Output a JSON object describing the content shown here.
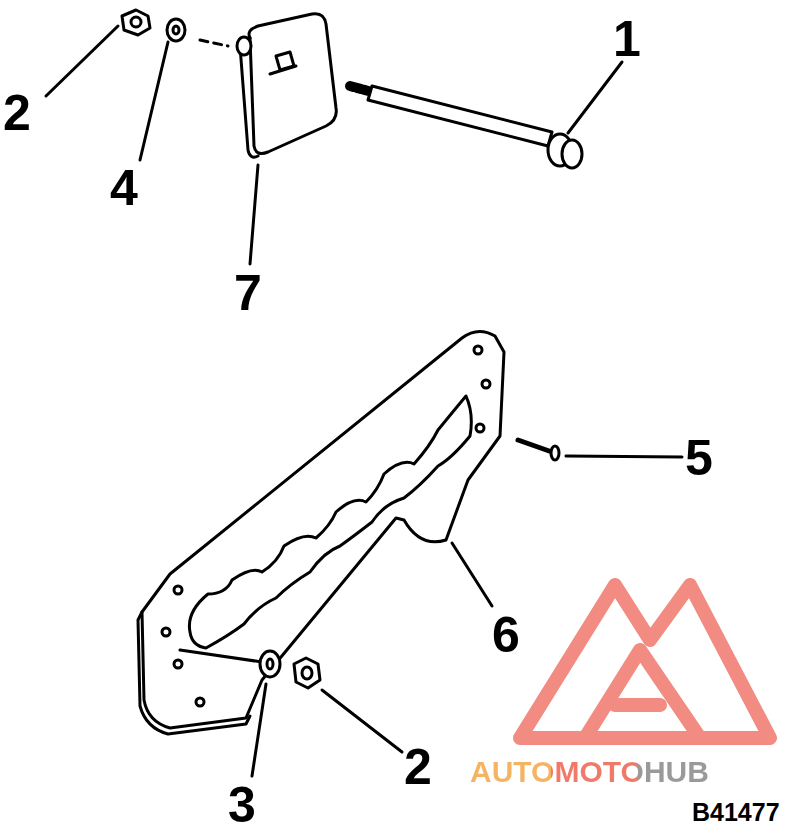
{
  "diagram": {
    "labels": [
      "1",
      "2",
      "4",
      "7",
      "5",
      "6",
      "2",
      "3",
      "AUTOMOTOHUB",
      "B41477"
    ]
  }
}
